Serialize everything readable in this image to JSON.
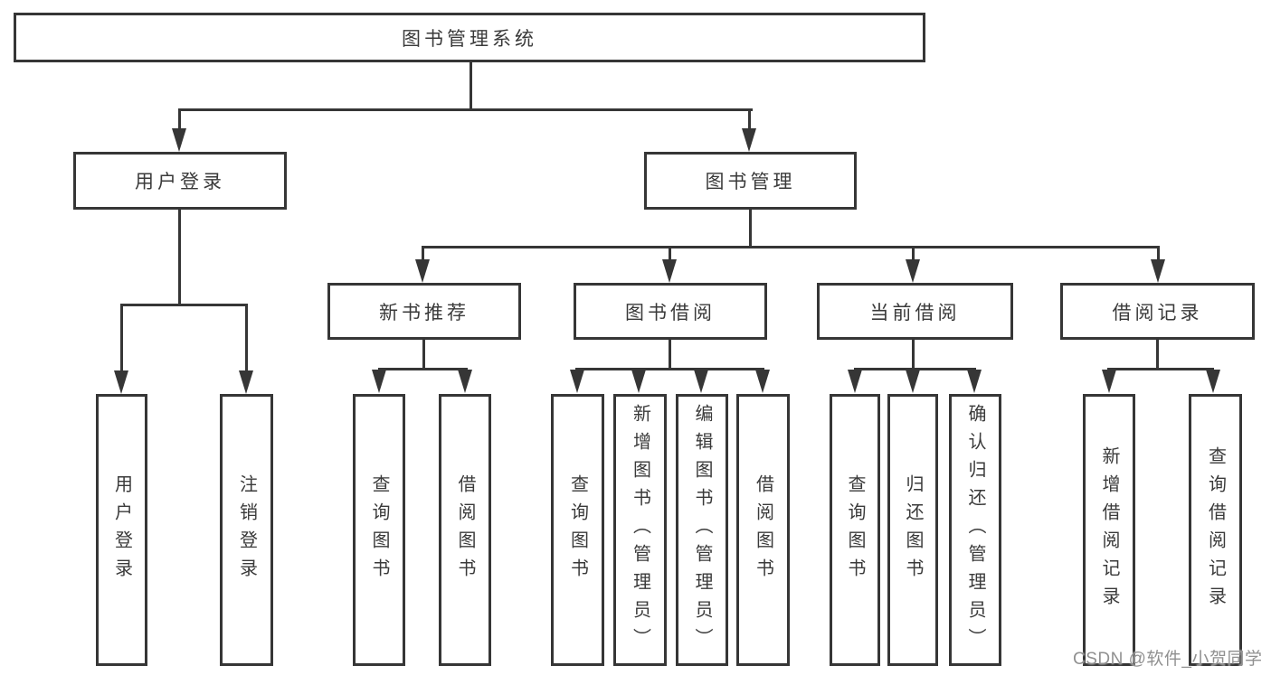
{
  "diagram": {
    "root": {
      "label": "图书管理系统"
    },
    "level1": [
      {
        "label": "用户登录"
      },
      {
        "label": "图书管理"
      }
    ],
    "level2": [
      {
        "label": "新书推荐"
      },
      {
        "label": "图书借阅"
      },
      {
        "label": "当前借阅"
      },
      {
        "label": "借阅记录"
      }
    ],
    "leaves": {
      "login": [
        {
          "label": "用户登录"
        },
        {
          "label": "注销登录"
        }
      ],
      "recommend": [
        {
          "label": "查询图书"
        },
        {
          "label": "借阅图书"
        }
      ],
      "borrow": [
        {
          "label": "查询图书"
        },
        {
          "label": "新增图书（管理员）"
        },
        {
          "label": "编辑图书（管理员）"
        },
        {
          "label": "借阅图书"
        }
      ],
      "current": [
        {
          "label": "查询图书"
        },
        {
          "label": "归还图书"
        },
        {
          "label": "确认归还（管理员）"
        }
      ],
      "records": [
        {
          "label": "新增借阅记录"
        },
        {
          "label": "查询借阅记录"
        }
      ]
    },
    "watermark": "CSDN @软件_小贺同学",
    "colors": {
      "line": "#363636",
      "text": "#3a3a3a",
      "watermark": "#909090",
      "background": "#ffffff"
    }
  }
}
